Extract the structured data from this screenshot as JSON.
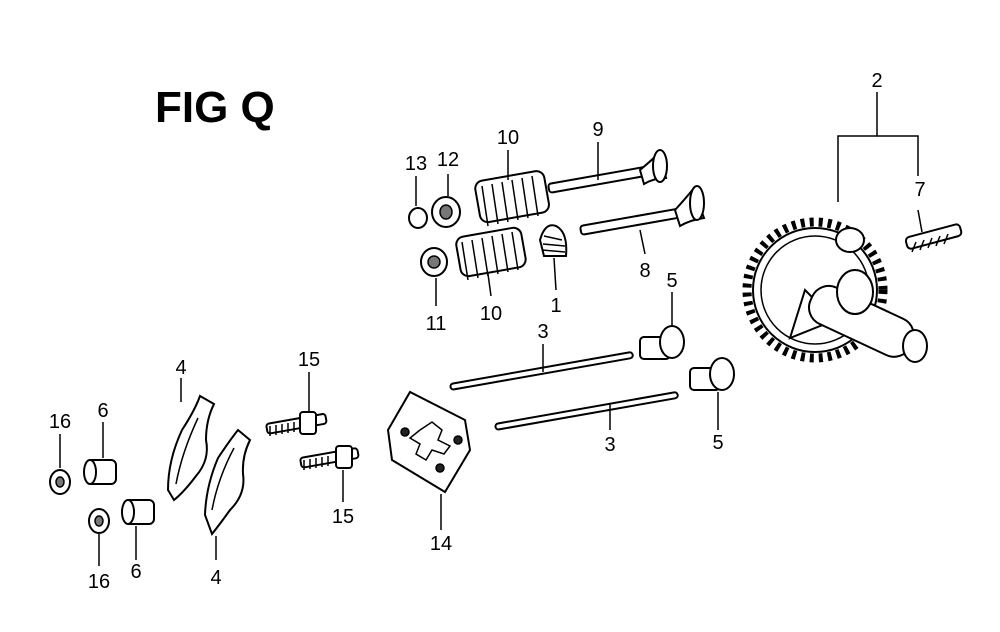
{
  "figure": {
    "title": "FIG Q"
  },
  "callouts": {
    "c1": "1",
    "c2": "2",
    "c3a": "3",
    "c3b": "3",
    "c4a": "4",
    "c4b": "4",
    "c5a": "5",
    "c5b": "5",
    "c6a": "6",
    "c6b": "6",
    "c7": "7",
    "c8": "8",
    "c9": "9",
    "c10a": "10",
    "c10b": "10",
    "c11": "11",
    "c12": "12",
    "c13": "13",
    "c14": "14",
    "c15a": "15",
    "c15b": "15",
    "c16a": "16",
    "c16b": "16"
  }
}
